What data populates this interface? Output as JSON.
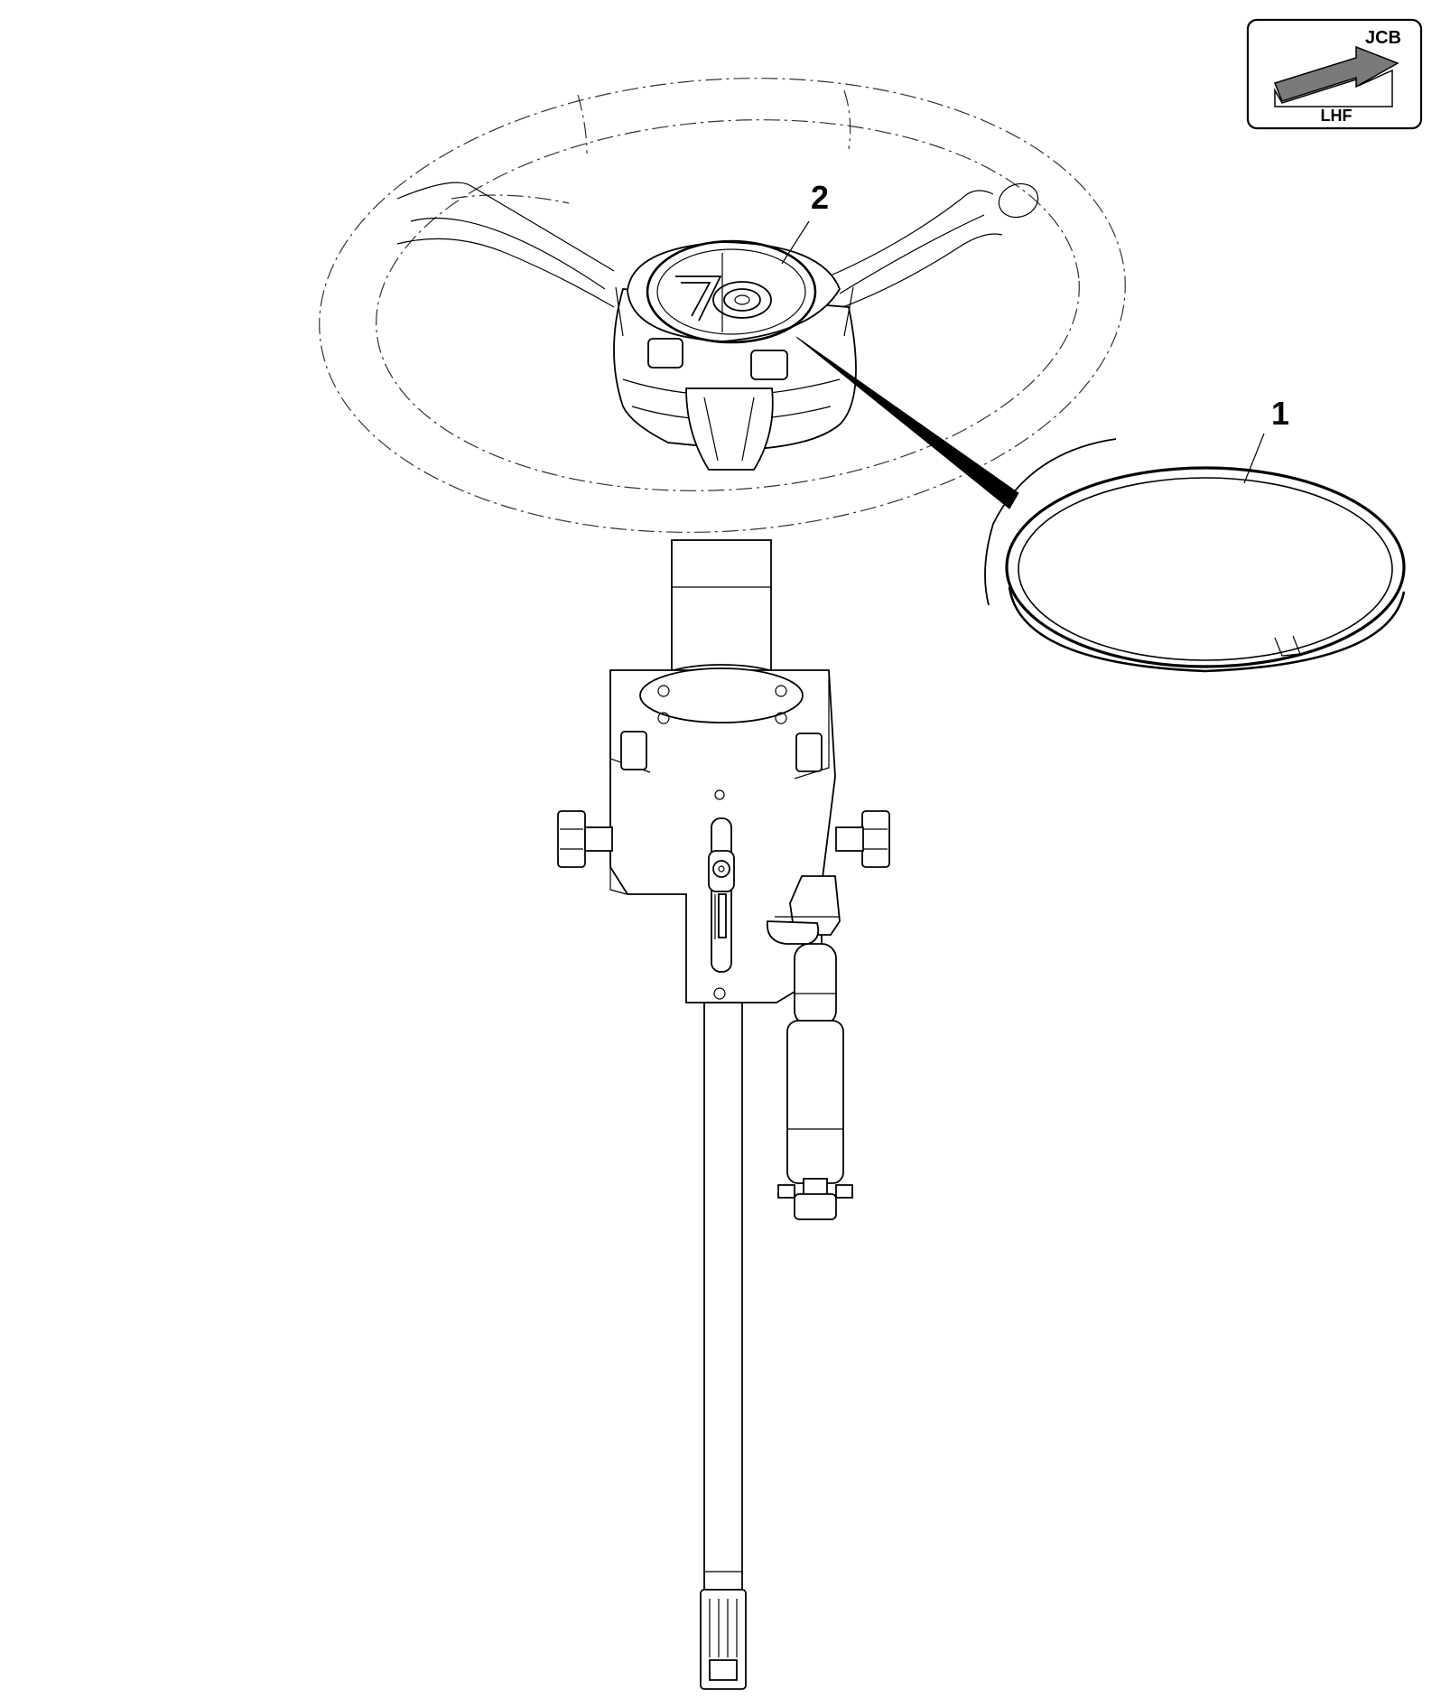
{
  "badge": {
    "brand": "JCB",
    "view_label": "LHF",
    "arrow_fill": "#7a7a7a"
  },
  "callouts": [
    {
      "id": "1",
      "label": "1",
      "part": "ring-seal"
    },
    {
      "id": "2",
      "label": "2",
      "part": "steering-wheel-centre-cap"
    }
  ],
  "centre_cap_logo": "70",
  "colors": {
    "line": "#000000",
    "background": "#ffffff"
  }
}
